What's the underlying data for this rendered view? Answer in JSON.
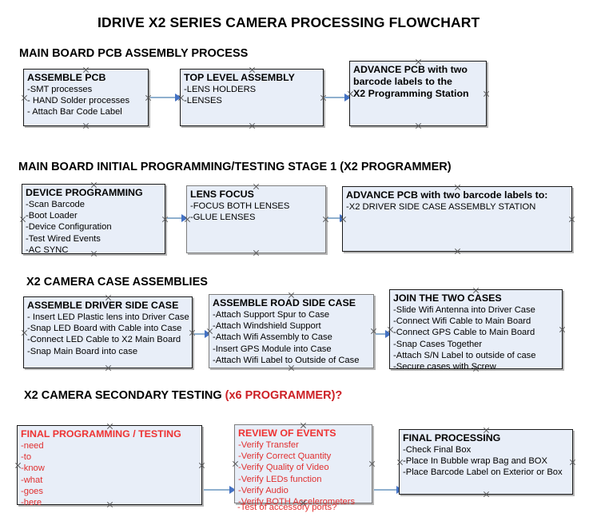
{
  "document": {
    "title": "IDRIVE X2  SERIES CAMERA PROCESSING FLOWCHART"
  },
  "colors": {
    "node_fill": "#e8eef8",
    "node_border": "#1a1a1a",
    "accent_red": "#cc2026",
    "connector_line": "#8fb0cf",
    "connector_arrow": "#4472c4"
  },
  "sections": [
    {
      "id": "main-board-pcb-assembly",
      "heading": "MAIN BOARD PCB ASSEMBLY PROCESS",
      "nodes": [
        {
          "id": "assemble-pcb",
          "title": "ASSEMBLE PCB",
          "lines": [
            "-SMT processes",
            "- HAND Solder processes",
            "- Attach Bar Code Label"
          ]
        },
        {
          "id": "top-level-assembly",
          "title": "TOP LEVEL ASSEMBLY",
          "lines": [
            "-LENS HOLDERS",
            "-LENSES"
          ]
        },
        {
          "id": "advance-pcb-programming-station",
          "title": "ADVANCE PCB with two",
          "lines": [
            "barcode labels to the",
            " X2 Programming Station"
          ]
        }
      ]
    },
    {
      "id": "main-board-initial-programming",
      "heading": "MAIN BOARD INITIAL PROGRAMMING/TESTING STAGE 1 (X2 PROGRAMMER)",
      "nodes": [
        {
          "id": "device-programming",
          "title": "DEVICE PROGRAMMING",
          "lines": [
            "-Scan Barcode",
            "-Boot Loader",
            "-Device Configuration",
            "-Test Wired Events",
            "-AC SYNC"
          ]
        },
        {
          "id": "lens-focus",
          "title": "LENS FOCUS",
          "lines": [
            "-FOCUS BOTH LENSES",
            "-GLUE LENSES"
          ]
        },
        {
          "id": "advance-pcb-driver-side-case",
          "title": "ADVANCE PCB with two barcode labels to:",
          "lines": [
            "-X2 DRIVER  SIDE  CASE  ASSEMBLY STATION"
          ]
        }
      ]
    },
    {
      "id": "x2-camera-case-assemblies",
      "heading": "X2 CAMERA CASE ASSEMBLIES",
      "nodes": [
        {
          "id": "assemble-driver-side-case",
          "title": "ASSEMBLE DRIVER SIDE CASE",
          "lines": [
            "- Insert LED Plastic lens into Driver Case",
            "-Snap LED Board with Cable into Case",
            "-Connect LED Cable to X2 Main Board",
            "-Snap Main Board into case"
          ]
        },
        {
          "id": "assemble-road-side-case",
          "title": "ASSEMBLE ROAD SIDE CASE",
          "lines": [
            "-Attach Support Spur to Case",
            "-Attach Windshield Support",
            "-Attach Wifi Assembly to Case",
            "-Insert GPS Module into Case",
            "-Attach Wifi Label to Outside of Case"
          ]
        },
        {
          "id": "join-the-two-cases",
          "title": "JOIN THE TWO CASES",
          "lines": [
            "-Slide Wifi Antenna into Driver Case",
            "-Connect Wifi Cable to Main Board",
            "-Connect GPS Cable to Main Board",
            "-Snap Cases Together",
            "-Attach S/N Label to outside of case",
            "-Secure cases with Screw"
          ]
        }
      ]
    },
    {
      "id": "x2-camera-secondary-testing",
      "heading": "X2 CAMERA SECONDARY TESTING ",
      "heading_accent": "(x6 PROGRAMMER)?",
      "nodes": [
        {
          "id": "final-programming-testing",
          "title": "FINAL PROGRAMMING / TESTING",
          "lines": [
            "-need",
            "-to",
            "-know",
            "-what",
            "-goes",
            "-here"
          ]
        },
        {
          "id": "review-of-events",
          "title": "REVIEW OF EVENTS",
          "lines": [
            "-Verify Transfer",
            "-Verify Correct Quantity",
            "-Verify Quality of Video",
            "-Verify LEDs function",
            "-Verify Audio",
            "-Verify BOTH Accelerometers"
          ],
          "overflow_line": "-Test of accessory ports?"
        },
        {
          "id": "final-processing",
          "title": "FINAL PROCESSING",
          "lines": [
            " -Check Final Box",
            "-Place In Bubble wrap Bag and BOX",
            "-Place Barcode Label on Exterior or Box"
          ]
        }
      ]
    }
  ]
}
